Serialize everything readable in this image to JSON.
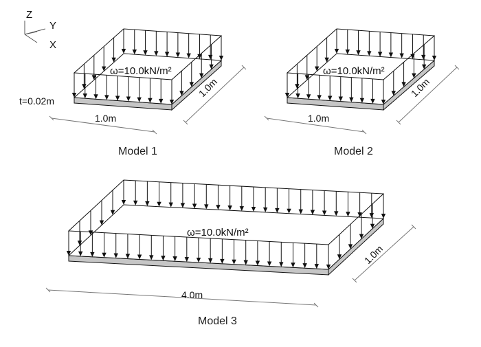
{
  "axes": {
    "z": "Z",
    "y": "Y",
    "x": "X"
  },
  "models": [
    {
      "caption": "Model 1",
      "load": "ω=10.0kN/m²",
      "thickness": "t=0.02m",
      "width_label": "1.0m",
      "depth_label": "1.0m"
    },
    {
      "caption": "Model 2",
      "load": "ω=10.0kN/m²",
      "width_label": "1.0m",
      "depth_label": "1.0m"
    },
    {
      "caption": "Model 3",
      "load": "ω=10.0kN/m²",
      "width_label": "4.0m",
      "depth_label": "1.0m"
    }
  ],
  "colors": {
    "plate_edge": "#c6c6c6",
    "line": "#111111",
    "dim": "#777777"
  }
}
